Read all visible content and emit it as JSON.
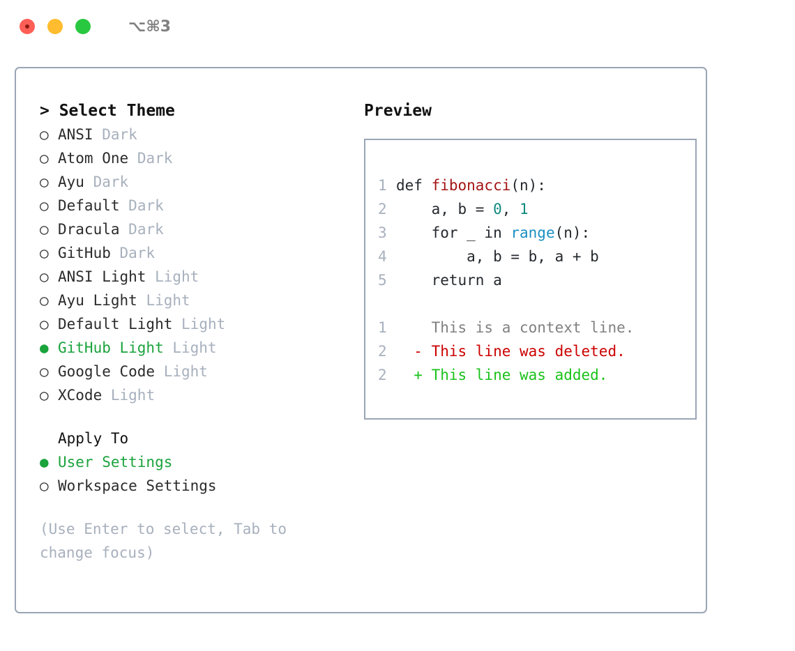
{
  "titlebar": {
    "shortcut": "⌥⌘3",
    "buttons": [
      "close",
      "minimize",
      "maximize"
    ]
  },
  "theme_panel": {
    "heading": "> Select Theme",
    "markers": {
      "selected": "●",
      "unselected": "○"
    },
    "items": [
      {
        "label": "ANSI",
        "tag": "Dark",
        "selected": false
      },
      {
        "label": "Atom One",
        "tag": "Dark",
        "selected": false
      },
      {
        "label": "Ayu",
        "tag": "Dark",
        "selected": false
      },
      {
        "label": "Default",
        "tag": "Dark",
        "selected": false
      },
      {
        "label": "Dracula",
        "tag": "Dark",
        "selected": false
      },
      {
        "label": "GitHub",
        "tag": "Dark",
        "selected": false
      },
      {
        "label": "ANSI Light",
        "tag": "Light",
        "selected": false
      },
      {
        "label": "Ayu Light",
        "tag": "Light",
        "selected": false
      },
      {
        "label": "Default Light",
        "tag": "Light",
        "selected": false
      },
      {
        "label": "GitHub Light",
        "tag": "Light",
        "selected": true
      },
      {
        "label": "Google Code",
        "tag": "Light",
        "selected": false
      },
      {
        "label": "XCode",
        "tag": "Light",
        "selected": false
      }
    ]
  },
  "apply_panel": {
    "heading": "Apply To",
    "items": [
      {
        "label": "User Settings",
        "selected": true
      },
      {
        "label": "Workspace Settings",
        "selected": false
      }
    ]
  },
  "hint": "(Use Enter to select, Tab to change focus)",
  "preview": {
    "title": "Preview",
    "code_lines": [
      {
        "num": "1",
        "tokens": [
          {
            "t": "def ",
            "c": "plain"
          },
          {
            "t": "fibonacci",
            "c": "fn"
          },
          {
            "t": "(n):",
            "c": "plain"
          }
        ]
      },
      {
        "num": "2",
        "tokens": [
          {
            "t": "    a, b = ",
            "c": "plain"
          },
          {
            "t": "0",
            "c": "num"
          },
          {
            "t": ", ",
            "c": "plain"
          },
          {
            "t": "1",
            "c": "num"
          }
        ]
      },
      {
        "num": "3",
        "tokens": [
          {
            "t": "    for _ in ",
            "c": "plain"
          },
          {
            "t": "range",
            "c": "builtin"
          },
          {
            "t": "(n):",
            "c": "plain"
          }
        ]
      },
      {
        "num": "4",
        "tokens": [
          {
            "t": "        a, b = b, a + b",
            "c": "plain"
          }
        ]
      },
      {
        "num": "5",
        "tokens": [
          {
            "t": "    return a",
            "c": "plain"
          }
        ]
      }
    ],
    "diff_lines": [
      {
        "num": "1",
        "marker": " ",
        "text": "This is a context line.",
        "kind": "ctx"
      },
      {
        "num": "2",
        "marker": "-",
        "text": "This line was deleted.",
        "kind": "del"
      },
      {
        "num": "2",
        "marker": "+",
        "text": "This line was added.",
        "kind": "add"
      }
    ]
  },
  "colors": {
    "selected_green": "#1ba33c",
    "muted_gray": "#a7b0bd",
    "border": "#9aa5b4",
    "function_red": "#a31515",
    "number_teal": "#0f8a7e",
    "builtin_blue": "#1a8fc1",
    "diff_delete": "#cc0000",
    "diff_add": "#1ac21a"
  }
}
